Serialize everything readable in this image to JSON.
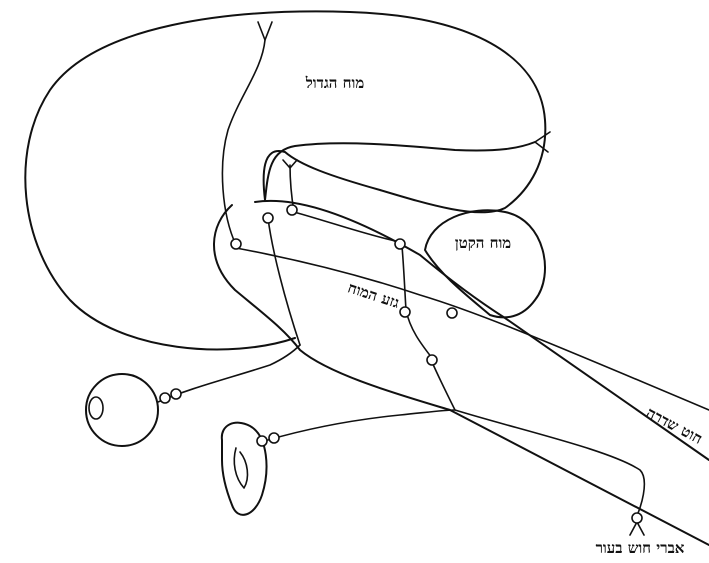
{
  "labels": {
    "cerebrum": "מוח הגדול",
    "cerebellum": "מוח הקטן",
    "brainstem": "גזע המוח",
    "spinal_cord": "חוט שדרה",
    "skin_receptors": "אברי חוש בעור"
  },
  "colors": {
    "ink": "#111111",
    "background": "#ffffff"
  }
}
